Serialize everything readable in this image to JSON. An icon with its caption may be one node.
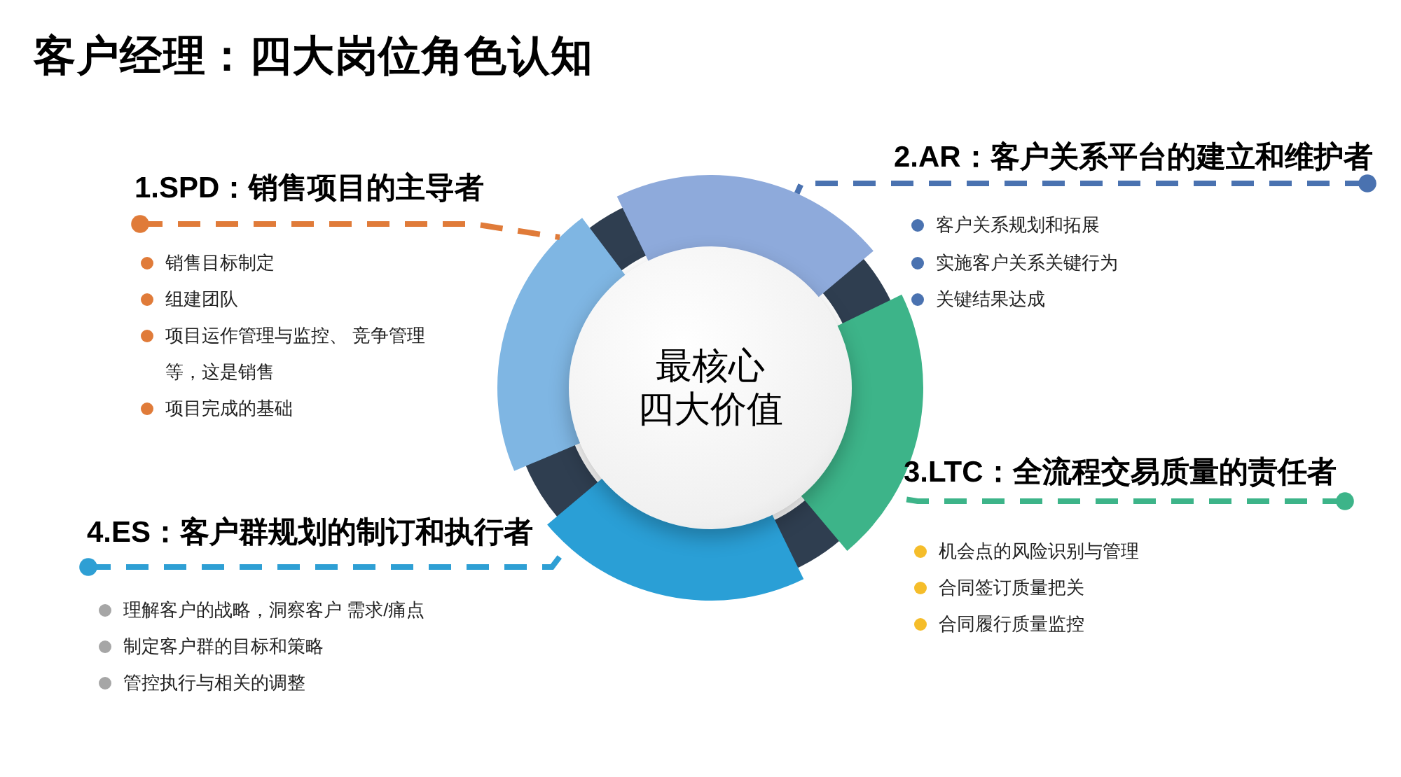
{
  "diagram": {
    "title": "客户经理：四大岗位角色认知",
    "nodes": [
      {
        "text": [
          "1.SPD：销售项目的主导者"
        ]
      },
      {
        "text": [
          "2.AR：客户关系平台的建立和维护者"
        ]
      },
      {
        "text": [],
        "shape": "arc"
      },
      {
        "text": [],
        "shape": "arc"
      },
      {
        "text": [
          "最核心四大价值"
        ]
      },
      {
        "text": [],
        "shape": "arc"
      },
      {
        "text": [],
        "shape": "arc"
      },
      {
        "text": [
          "3.LTC：全流程交易质量的责任者"
        ]
      },
      {
        "text": [
          "4.ES：客户群规划的制订和执行者"
        ]
      }
    ],
    "edges": [
      {
        "from": 0,
        "to": 3,
        "arrow": "other",
        "style": "dashed",
        "color": "#e07b39"
      },
      {
        "from": 1,
        "to": 2,
        "arrow": "other",
        "style": "dashed",
        "color": "#4a72b0"
      },
      {
        "from": 7,
        "to": 5,
        "arrow": "other",
        "style": "dashed",
        "color": "#3db489"
      },
      {
        "from": 8,
        "to": 6,
        "arrow": "other",
        "style": "dashed",
        "color": "#2e9fd4"
      }
    ],
    "labels": [
      "销售目标制定",
      "组建团队",
      "项目运作管理与监控、 竞争管理等，这是销售",
      "项目完成的基础",
      "客户关系规划和拓展",
      "实施客户关系关键行为",
      "关键结果达成",
      "机会点的风险识别与管理",
      "合同签订质量把关",
      "合同履行质量监控",
      "理解客户的战略，洞察客户 需求/痛点",
      "制定客户群的目标和策略",
      "管控执行与相关的调整"
    ]
  }
}
